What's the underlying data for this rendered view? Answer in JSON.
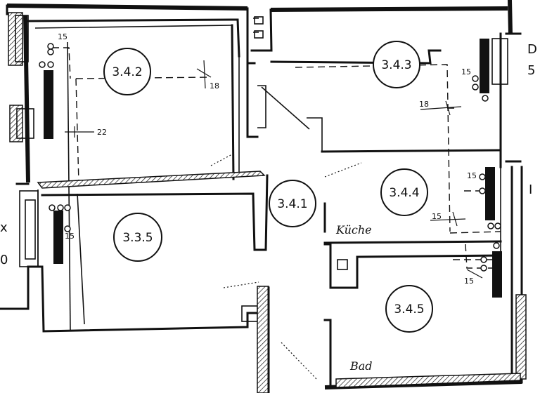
{
  "rooms": {
    "r342": "3.4.2",
    "r343": "3.4.3",
    "r341": "3.4.1",
    "r344": "3.4.4",
    "r335": "3.3.5",
    "r345": "3.4.5"
  },
  "room_names": {
    "kitchen": "Küche",
    "bath": "Bad"
  },
  "pipe_sizes": {
    "p342_top": "15",
    "p342_right": "18",
    "p342_side": "22",
    "p343_valve": "15",
    "p343_dim": "18",
    "p344_valve": "15",
    "p344_dim": "15",
    "p335_valve": "15",
    "p345_dim": "15"
  },
  "edge_marks": {
    "right_top": "D",
    "right_top2": "5",
    "right_mid": "I",
    "left_mid": "x",
    "left_low": "0"
  }
}
